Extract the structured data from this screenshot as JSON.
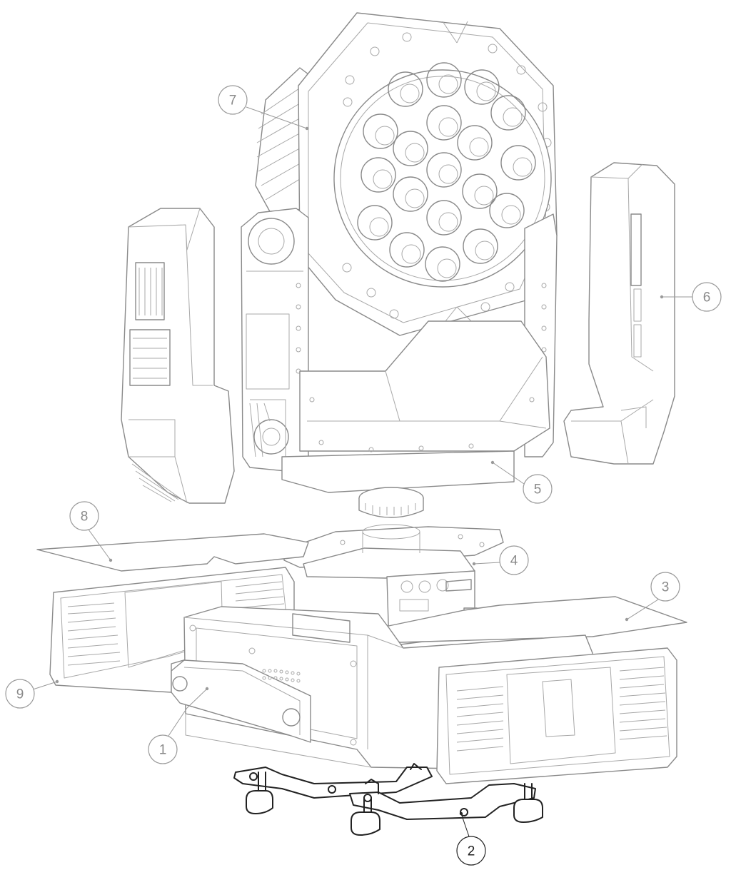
{
  "diagram": {
    "callouts": [
      {
        "id": "1",
        "label": "1",
        "style": "light"
      },
      {
        "id": "2",
        "label": "2",
        "style": "dark"
      },
      {
        "id": "3",
        "label": "3",
        "style": "light"
      },
      {
        "id": "4",
        "label": "4",
        "style": "light"
      },
      {
        "id": "5",
        "label": "5",
        "style": "light"
      },
      {
        "id": "6",
        "label": "6",
        "style": "light"
      },
      {
        "id": "7",
        "label": "7",
        "style": "light"
      },
      {
        "id": "8",
        "label": "8",
        "style": "light"
      },
      {
        "id": "9",
        "label": "9",
        "style": "light"
      }
    ],
    "colors": {
      "line": "#8a8a8a",
      "line_dark": "#222222",
      "background": "#ffffff"
    }
  }
}
